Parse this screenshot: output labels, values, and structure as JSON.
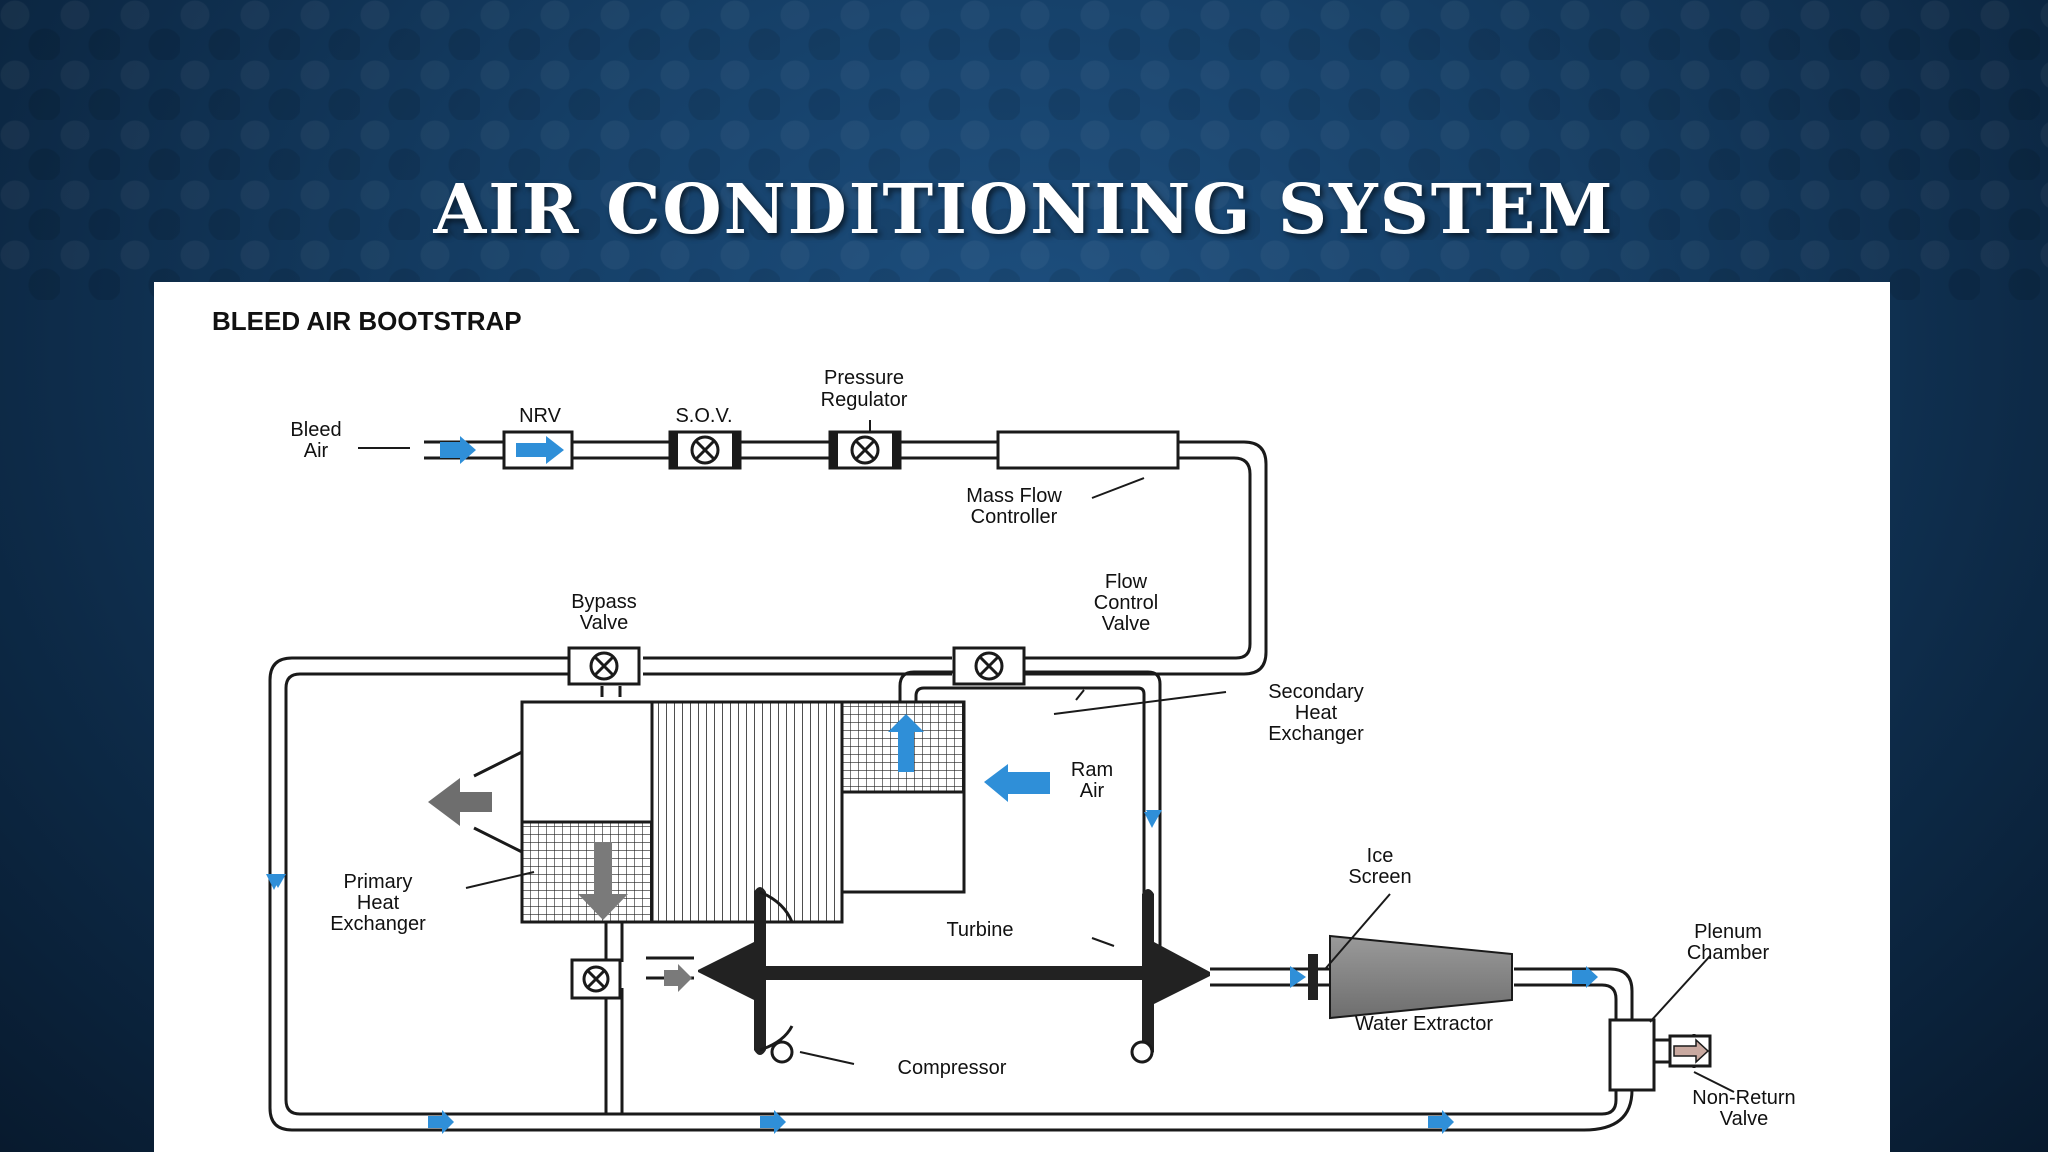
{
  "slide": {
    "title": "AIR CONDITIONING SYSTEM"
  },
  "diagram": {
    "heading": "BLEED AIR BOOTSTRAP",
    "labels": {
      "bleed_air": [
        "Bleed",
        "Air"
      ],
      "nrv": "NRV",
      "sov": "S.O.V.",
      "pressure_regulator": [
        "Pressure",
        "Regulator"
      ],
      "mass_flow_controller": [
        "Mass Flow",
        "Controller"
      ],
      "bypass_valve": [
        "Bypass",
        "Valve"
      ],
      "flow_control_valve": [
        "Flow",
        "Control",
        "Valve"
      ],
      "secondary_heat_exchanger": [
        "Secondary",
        "Heat",
        "Exchanger"
      ],
      "ram_air": [
        "Ram",
        "Air"
      ],
      "primary_heat_exchanger": [
        "Primary",
        "Heat",
        "Exchanger"
      ],
      "turbine": "Turbine",
      "compressor": "Compressor",
      "ice_screen": [
        "Ice",
        "Screen"
      ],
      "water_extractor": "Water Extractor",
      "plenum_chamber": [
        "Plenum",
        "Chamber"
      ],
      "non_return_valve": [
        "Non-Return",
        "Valve"
      ]
    },
    "colors": {
      "flow_arrow": "#2f8fd8",
      "line": "#1a1a1a",
      "heat_arrow": "#7a7a7a"
    }
  }
}
